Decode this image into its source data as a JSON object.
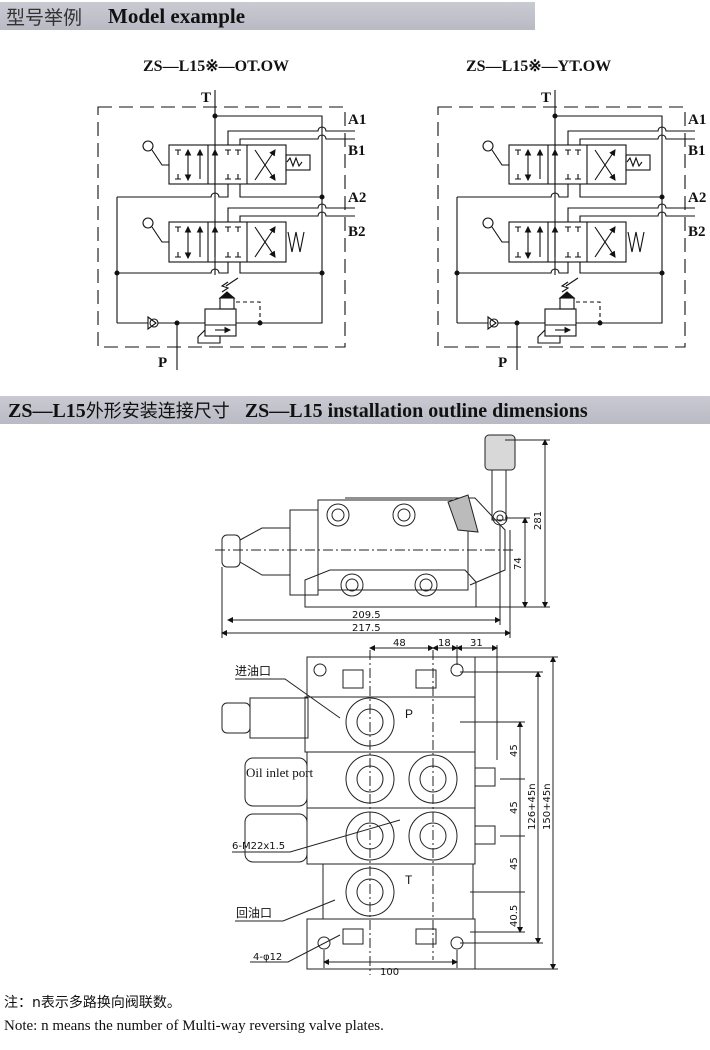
{
  "section1": {
    "title_cn": "型号举例",
    "title_en": "Model example"
  },
  "models": [
    {
      "name": "ZS—L15※—OT.OW"
    },
    {
      "name": "ZS—L15※—YT.OW"
    }
  ],
  "schematic_ports": {
    "T": "T",
    "A1": "A1",
    "B1": "B1",
    "A2": "A2",
    "B2": "B2",
    "P": "P"
  },
  "section2": {
    "title_a": "ZS—L15",
    "title_cn": "外形安装连接尺寸",
    "title_en": "ZS—L15 installation outline dimensions"
  },
  "side_view": {
    "dims": {
      "height_total": "281",
      "height_axis": "74",
      "length_inner": "209.5",
      "length_outer": "217.5"
    }
  },
  "front_view": {
    "dims": {
      "d48": "48",
      "d18": "18",
      "d31": "31",
      "pitch1": "45",
      "pitch2": "45",
      "pitch3": "45",
      "bottom": "40.5",
      "inner_total": "126+45n",
      "outer_total": "150+45n",
      "width": "100"
    },
    "labels": {
      "inlet_cn": "进油口",
      "inlet_en": "Oil inlet port",
      "thread": "6-M22x1.5",
      "return_cn": "回油口",
      "holes": "4-φ12",
      "port_p": "P",
      "port_t": "T"
    }
  },
  "notes": {
    "cn_prefix": "注：",
    "cn_text": "n表示多路换向阀联数。",
    "en": "Note: n means the number of Multi-way reversing valve plates."
  }
}
